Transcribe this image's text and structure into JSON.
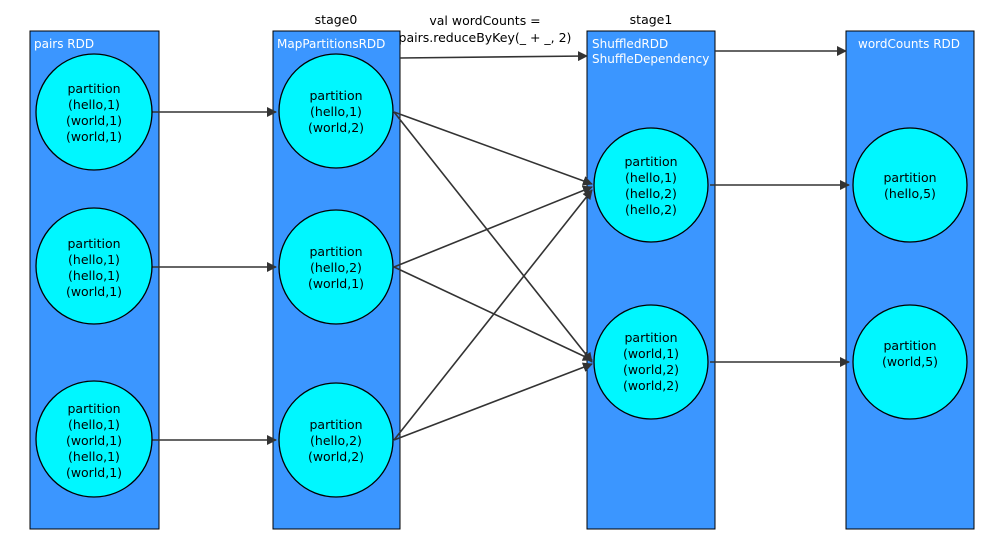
{
  "columns": {
    "pairs": {
      "title": "pairs RDD",
      "partitions": [
        [
          "partition",
          "(hello,1)",
          "(world,1)",
          "(world,1)"
        ],
        [
          "partition",
          "(hello,1)",
          "(hello,1)",
          "(world,1)"
        ],
        [
          "partition",
          "(hello,1)",
          "(world,1)",
          "(hello,1)",
          "(world,1)"
        ]
      ]
    },
    "map_partitions": {
      "title": "MapPartitionsRDD",
      "partitions": [
        [
          "partition",
          "(hello,1)",
          "(world,2)"
        ],
        [
          "partition",
          "(hello,2)",
          "(world,1)"
        ],
        [
          "partition",
          "(hello,2)",
          "(world,2)"
        ]
      ]
    },
    "shuffled": {
      "title_line1": "ShuffledRDD",
      "title_line2": "ShuffleDependency",
      "partitions": [
        [
          "partition",
          "(hello,1)",
          "(hello,2)",
          "(hello,2)"
        ],
        [
          "partition",
          "(world,1)",
          "(world,2)",
          "(world,2)"
        ]
      ]
    },
    "word_counts": {
      "title": "wordCounts RDD",
      "partitions": [
        [
          "partition",
          "(hello,5)"
        ],
        [
          "partition",
          "(world,5)"
        ]
      ]
    }
  },
  "stages": {
    "stage0": "stage0",
    "stage1": "stage1"
  },
  "operation": {
    "line1": "val wordCounts =",
    "line2": "pairs.reduceByKey(_ + _, 2)"
  }
}
